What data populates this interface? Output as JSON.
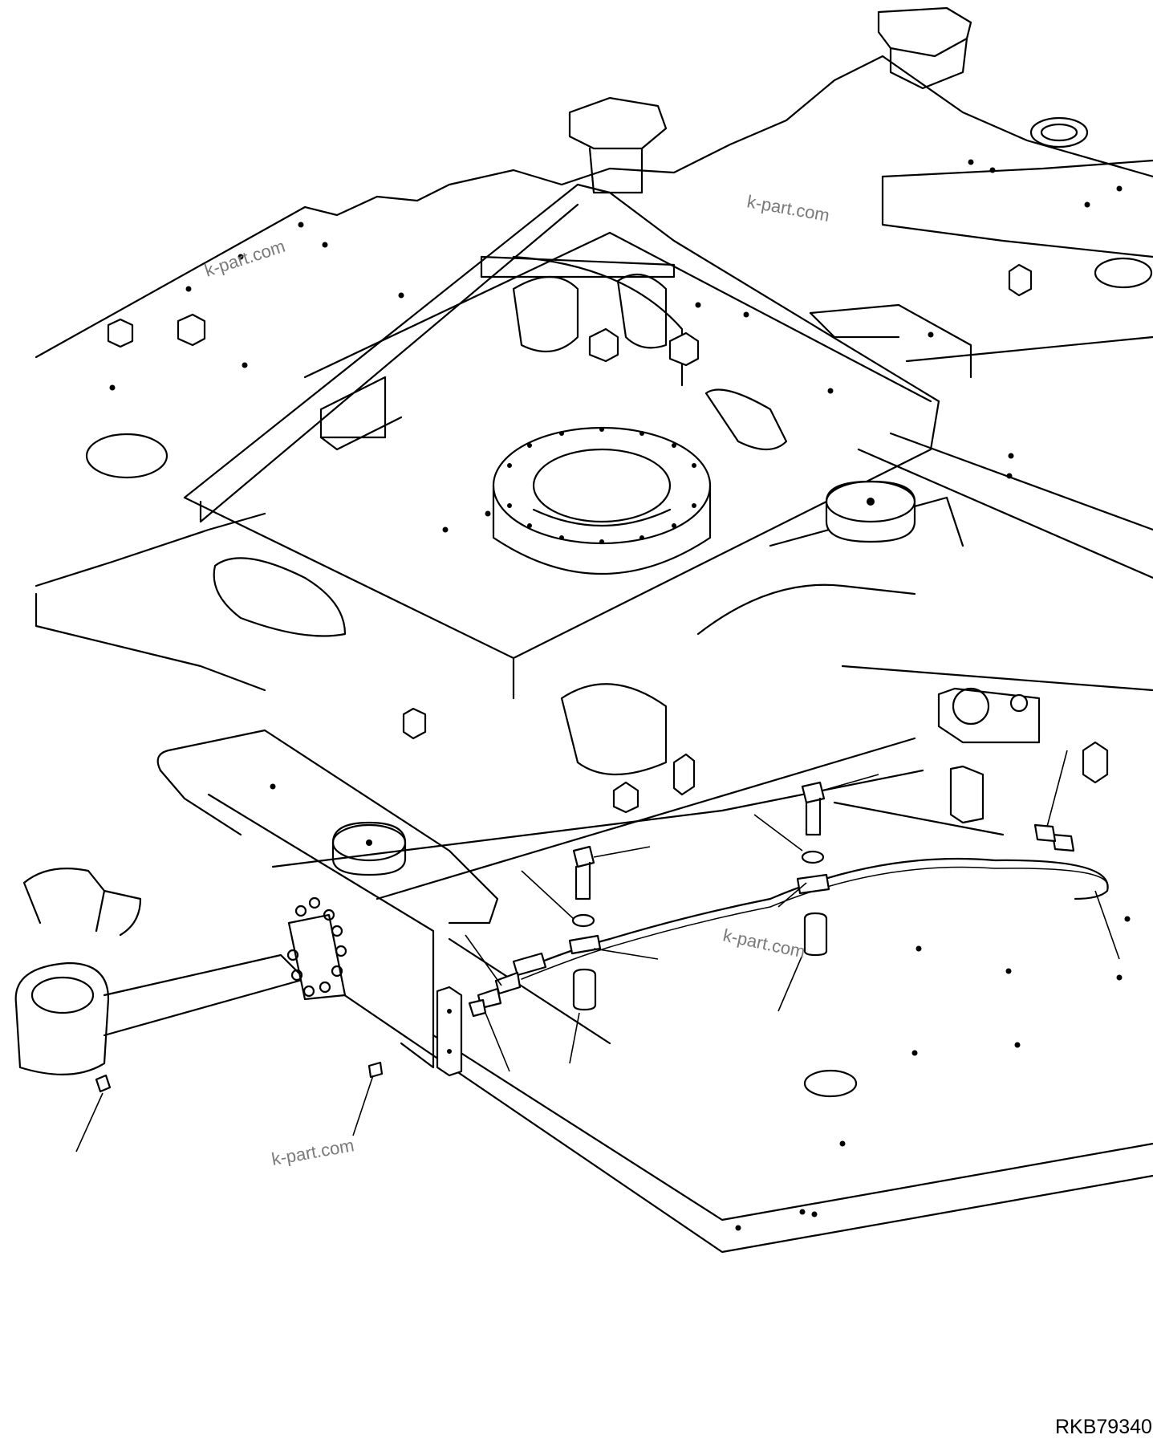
{
  "drawing": {
    "code": "RKB79340",
    "watermarks": [
      "k-part.com",
      "k-part.com",
      "k-part.com",
      "k-part.com"
    ]
  }
}
